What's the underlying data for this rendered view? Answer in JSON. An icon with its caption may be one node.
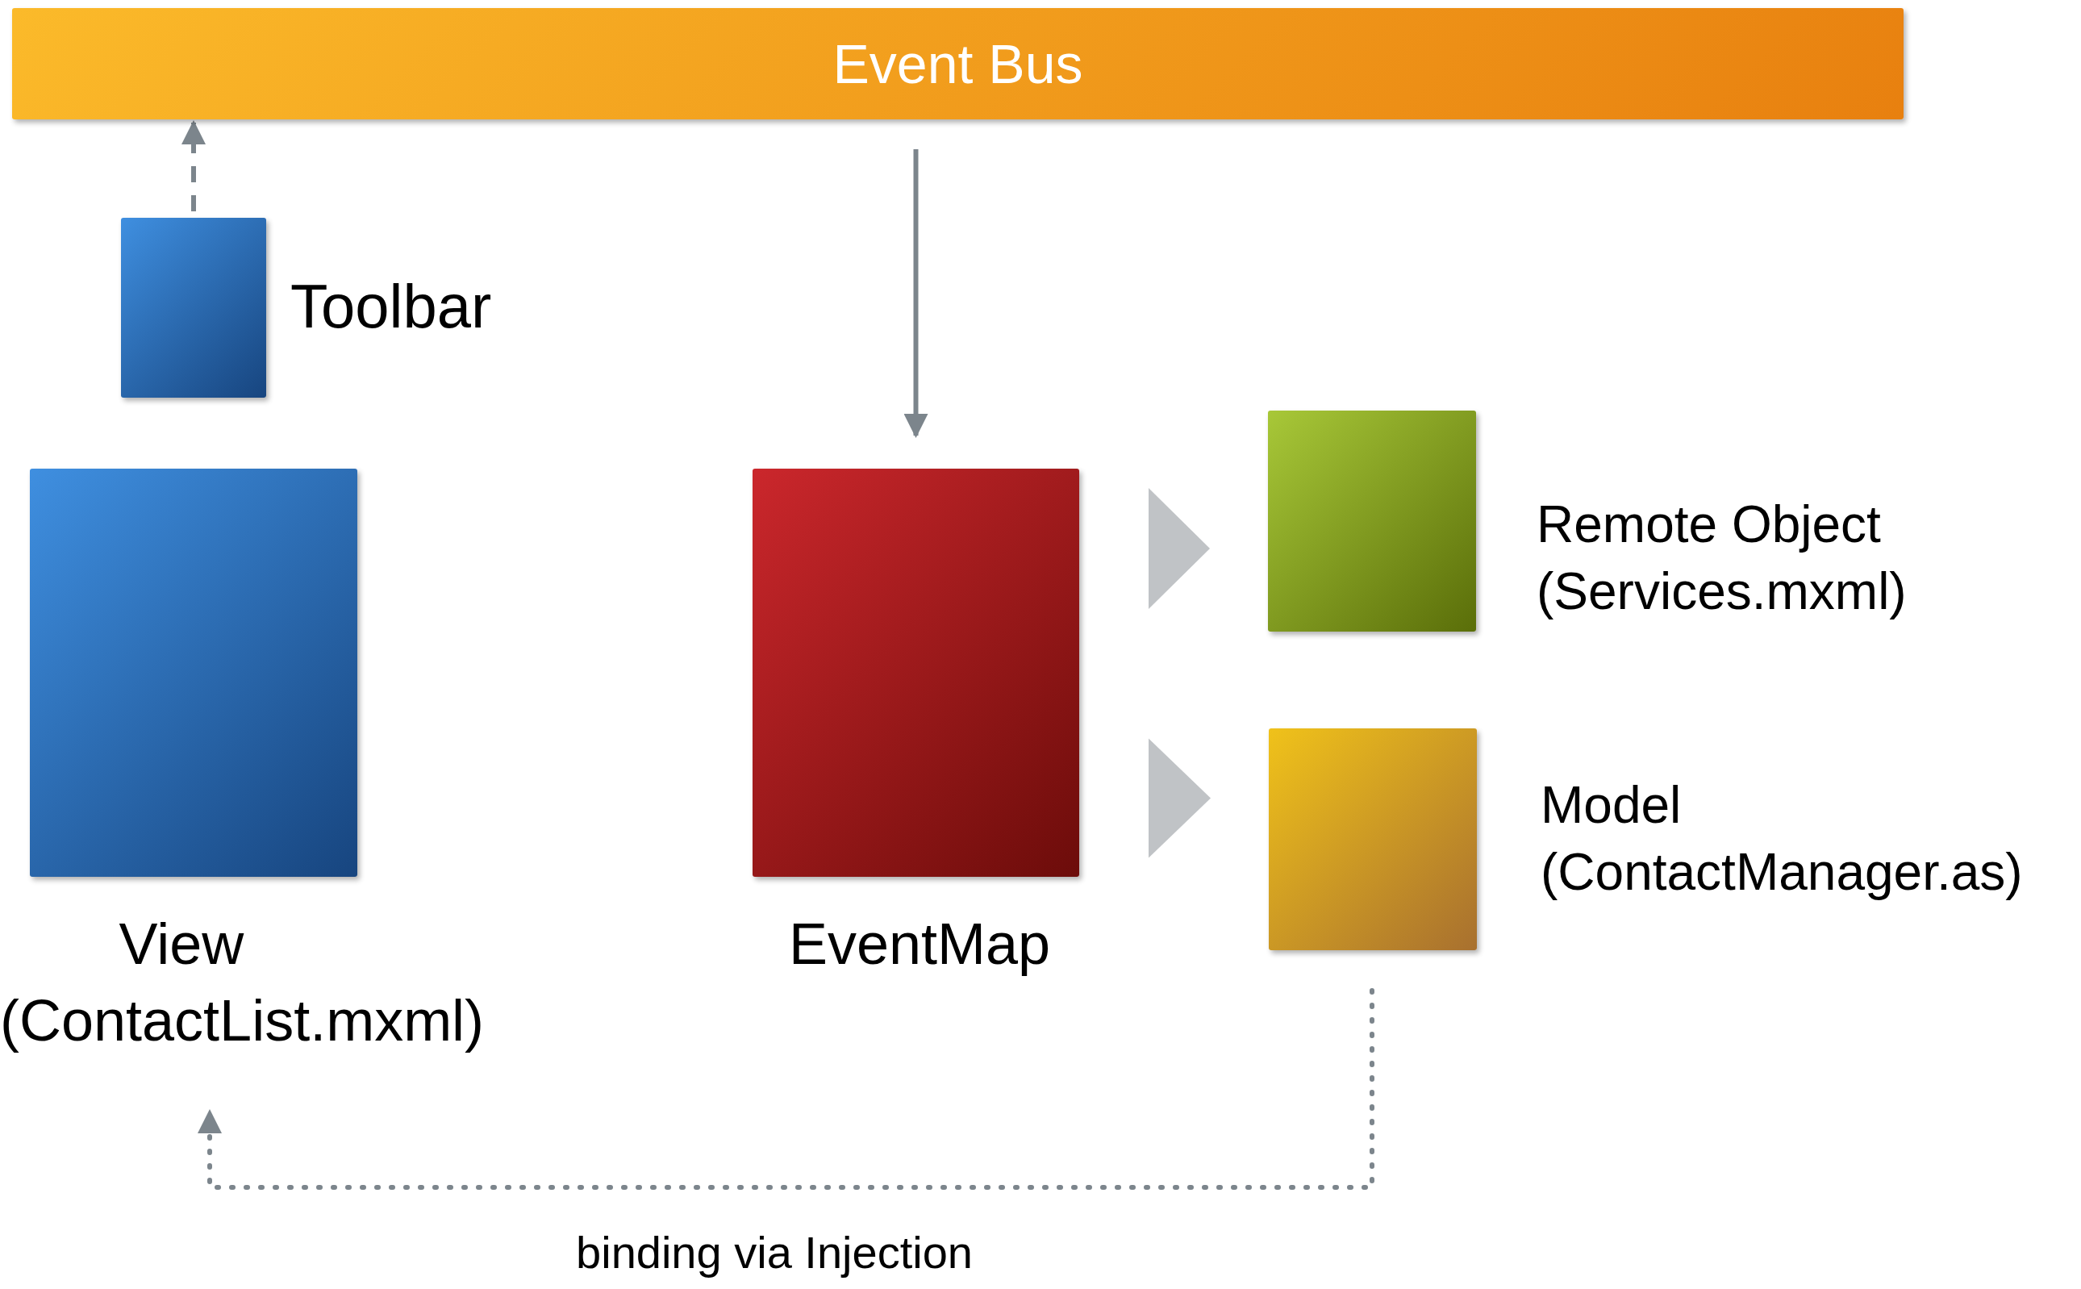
{
  "diagram": {
    "nodes": [
      {
        "text": [
          "Event Bus"
        ]
      },
      {
        "text": [
          "Toolbar"
        ]
      },
      {
        "text": [
          "View",
          "(ContactList.mxml)"
        ]
      },
      {
        "text": [
          "EventMap"
        ]
      },
      {
        "text": [
          "Remote Object",
          "(Services.mxml)"
        ]
      },
      {
        "text": [
          "Model",
          "(ContactManager.as)"
        ]
      }
    ],
    "edges": [
      {
        "from": 1,
        "to": 0,
        "arrow": "to",
        "style": "dashed"
      },
      {
        "from": 0,
        "to": 3,
        "arrow": "to"
      },
      {
        "from": 3,
        "to": 4,
        "arrow": "to"
      },
      {
        "from": 3,
        "to": 5,
        "arrow": "to"
      },
      {
        "from": 5,
        "to": 2,
        "arrow": "to",
        "style": "dashed",
        "label": "binding via Injection"
      }
    ]
  }
}
